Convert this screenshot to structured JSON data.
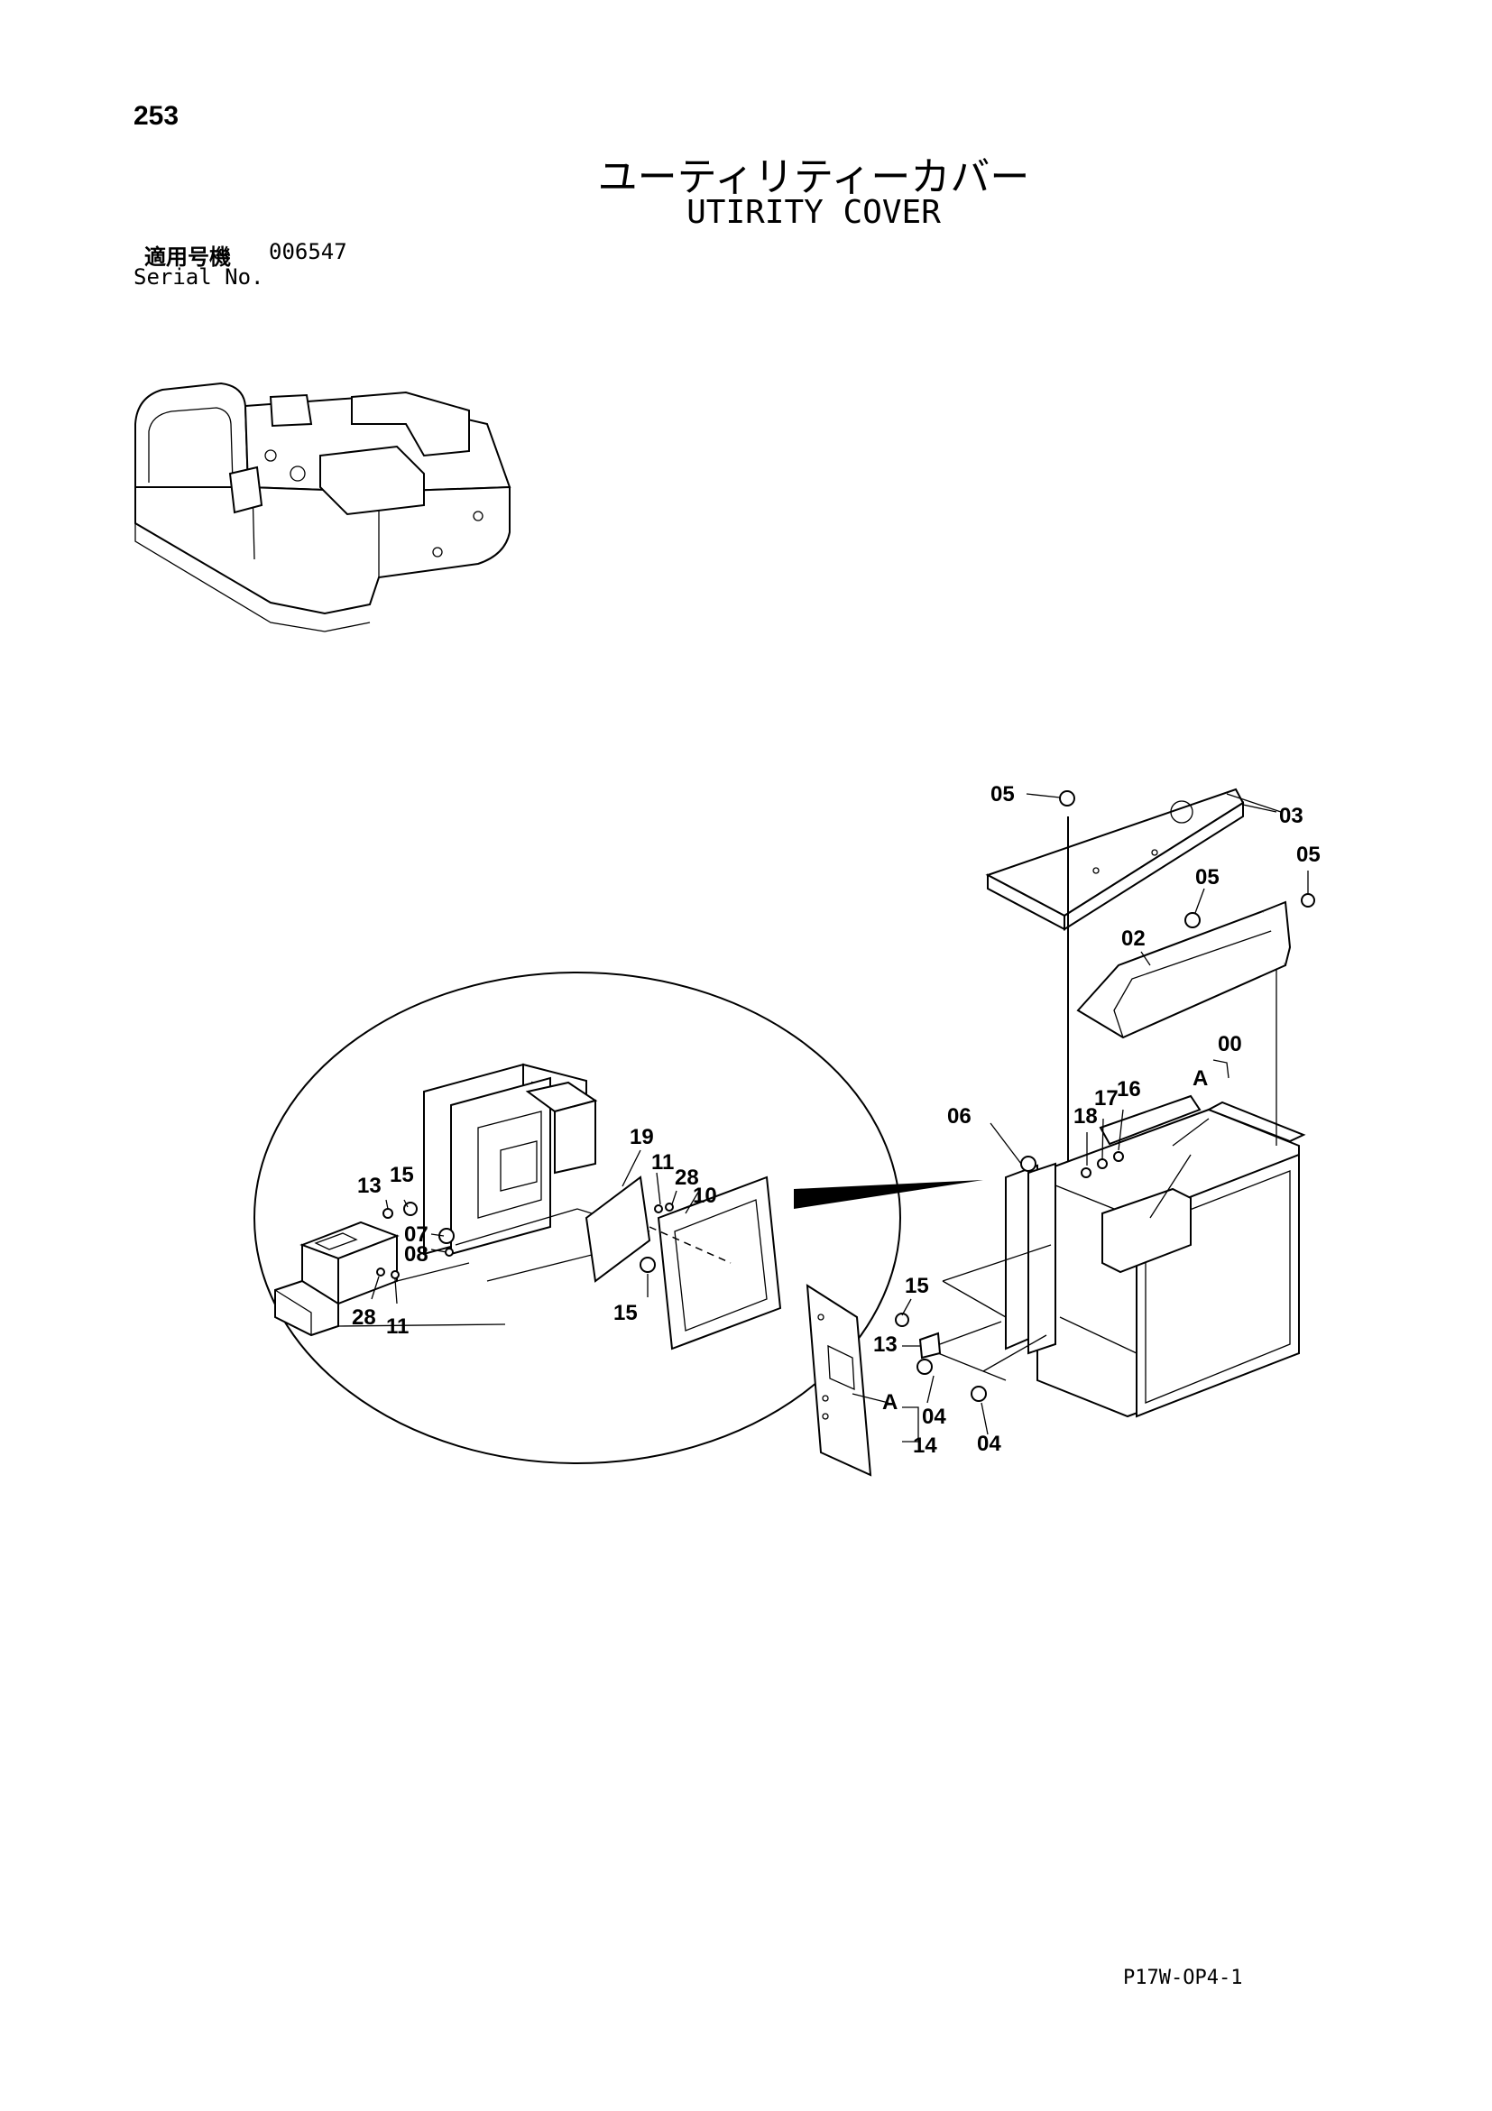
{
  "page": {
    "number": "253",
    "title_ja": "ユーティリティーカバー",
    "title_en": "UTIRITY COVER",
    "serial_label_ja": "適用号機",
    "serial_value": "006547",
    "serial_label_en": "Serial No.",
    "doc_code": "P17W-OP4-1"
  },
  "callouts": {
    "c00": "00",
    "c02": "02",
    "c03": "03",
    "c04a": "04",
    "c04b": "04",
    "c05a": "05",
    "c05b": "05",
    "c05c": "05",
    "c06": "06",
    "c07": "07",
    "c08": "08",
    "c10": "10",
    "c11a": "11",
    "c11b": "11",
    "c13a": "13",
    "c13b": "13",
    "c14": "14",
    "c15a": "15",
    "c15b": "15",
    "c15c": "15",
    "c16": "16",
    "c17": "17",
    "c18": "18",
    "c19": "19",
    "c28a": "28",
    "c28b": "28",
    "cAa": "A",
    "cAb": "A"
  }
}
